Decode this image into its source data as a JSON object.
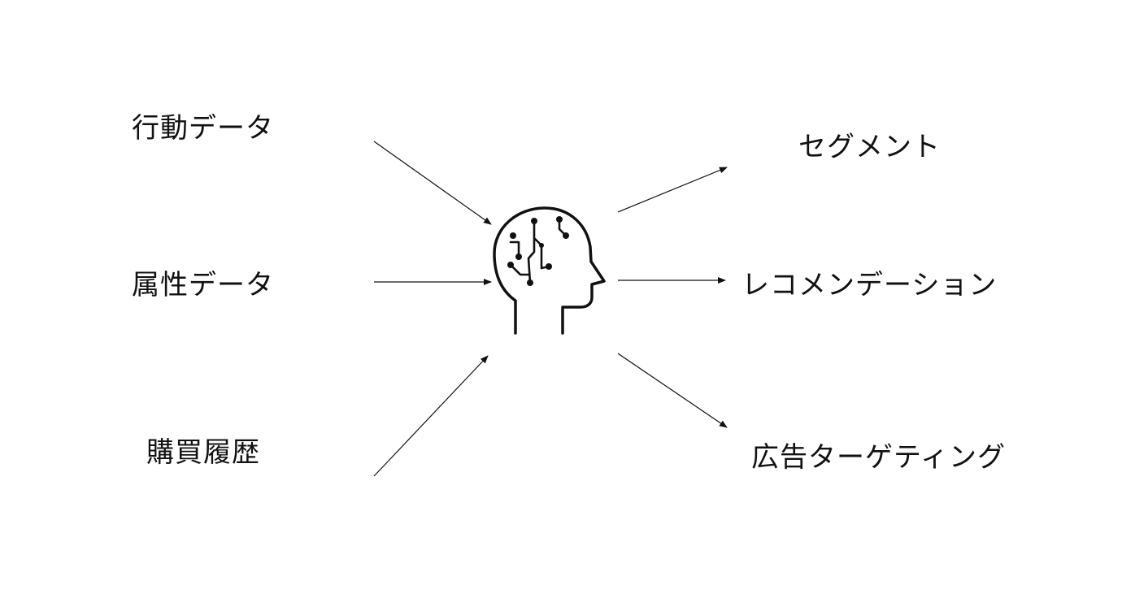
{
  "inputs": [
    {
      "id": "behavior",
      "label": "行動データ"
    },
    {
      "id": "attribute",
      "label": "属性データ"
    },
    {
      "id": "purchase",
      "label": "購買履歴"
    }
  ],
  "outputs": [
    {
      "id": "segment",
      "label": "セグメント"
    },
    {
      "id": "recommendation",
      "label": "レコメンデーション"
    },
    {
      "id": "ad-targeting",
      "label": "広告ターゲティング"
    }
  ],
  "center": {
    "icon": "ai-head-icon"
  },
  "colors": {
    "stroke": "#111111",
    "background": "#ffffff"
  }
}
